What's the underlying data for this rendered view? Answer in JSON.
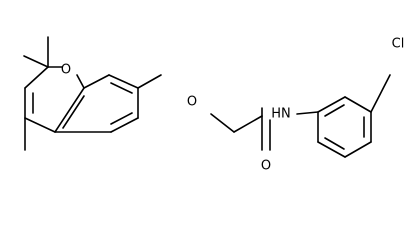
{
  "atoms": [
    {
      "id": "O_ring",
      "text": "O"
    },
    {
      "id": "O_ether",
      "text": "O"
    },
    {
      "id": "NH",
      "text": "HN"
    },
    {
      "id": "O_carbonyl",
      "text": "O"
    },
    {
      "id": "Cl",
      "text": "Cl"
    }
  ]
}
